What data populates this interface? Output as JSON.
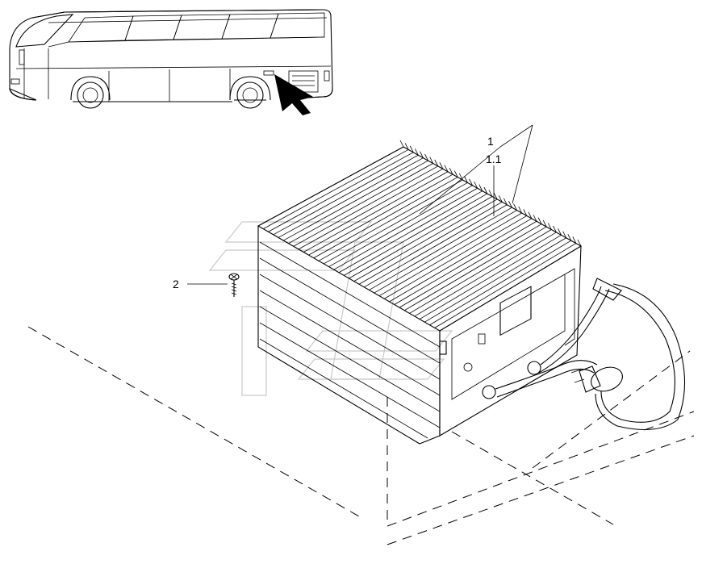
{
  "callouts": {
    "item1": "1",
    "item1_1": "1.1",
    "item2": "2"
  }
}
